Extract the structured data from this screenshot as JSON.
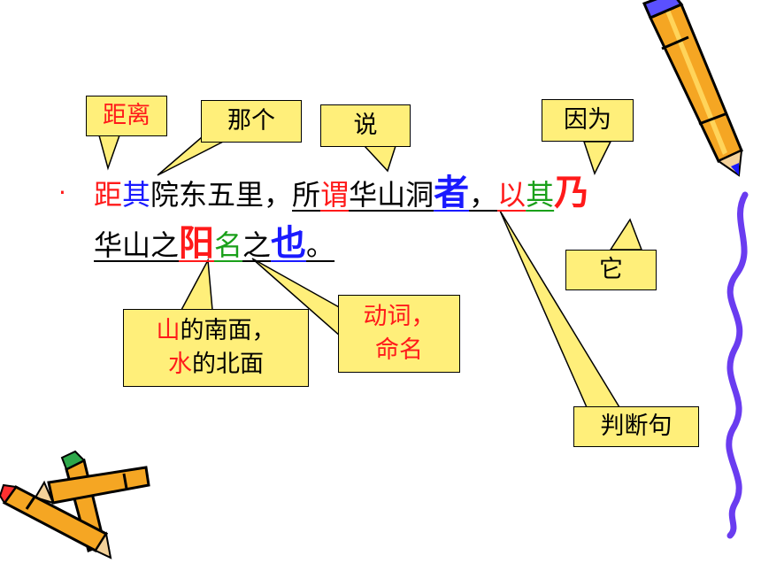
{
  "sentence": {
    "bullet": "·",
    "line1": [
      {
        "t": "距",
        "c": "red"
      },
      {
        "t": "其",
        "c": "blue"
      },
      {
        "t": "院东五里，",
        "c": "black"
      },
      {
        "t": "所",
        "c": "black",
        "u": true
      },
      {
        "t": "谓",
        "c": "red",
        "u": true
      },
      {
        "t": "华山洞",
        "c": "black",
        "u": true
      },
      {
        "t": "者",
        "c": "blue",
        "big": true,
        "u": true
      },
      {
        "t": "，",
        "c": "black",
        "u": true
      },
      {
        "t": "以",
        "c": "red",
        "u": true
      },
      {
        "t": "其",
        "c": "green",
        "u": true
      },
      {
        "t": "乃",
        "c": "red",
        "big": true
      }
    ],
    "line2": [
      {
        "t": "华山之",
        "c": "black",
        "u": true
      },
      {
        "t": "阳",
        "c": "red",
        "big": true,
        "u": true
      },
      {
        "t": "名",
        "c": "green",
        "u": true
      },
      {
        "t": "之",
        "c": "black",
        "u": true
      },
      {
        "t": "也",
        "c": "blue",
        "big": true,
        "u": true
      },
      {
        "t": "。 ",
        "c": "black",
        "u": true
      }
    ]
  },
  "callouts": {
    "juli": "距离",
    "nage": "那个",
    "shuo": "说",
    "yinwei": "因为",
    "ta": "它",
    "yang_line1_red": "山",
    "yang_line1_rest": "的南面，",
    "yang_line2_red": "水",
    "yang_line2_rest": "的北面",
    "dongci_line1": "动词，",
    "dongci_line2": "命名",
    "panduanju": "判断句"
  },
  "colors": {
    "callout_fill": "#ffef7a",
    "red": "#ff1a1a",
    "blue": "#1a1aff",
    "green": "#1aa01a",
    "wave": "#6a3cf0"
  },
  "decorations": [
    "pencil-icon-top-right",
    "pencils-icon-bottom-left",
    "wavy-line-right"
  ]
}
